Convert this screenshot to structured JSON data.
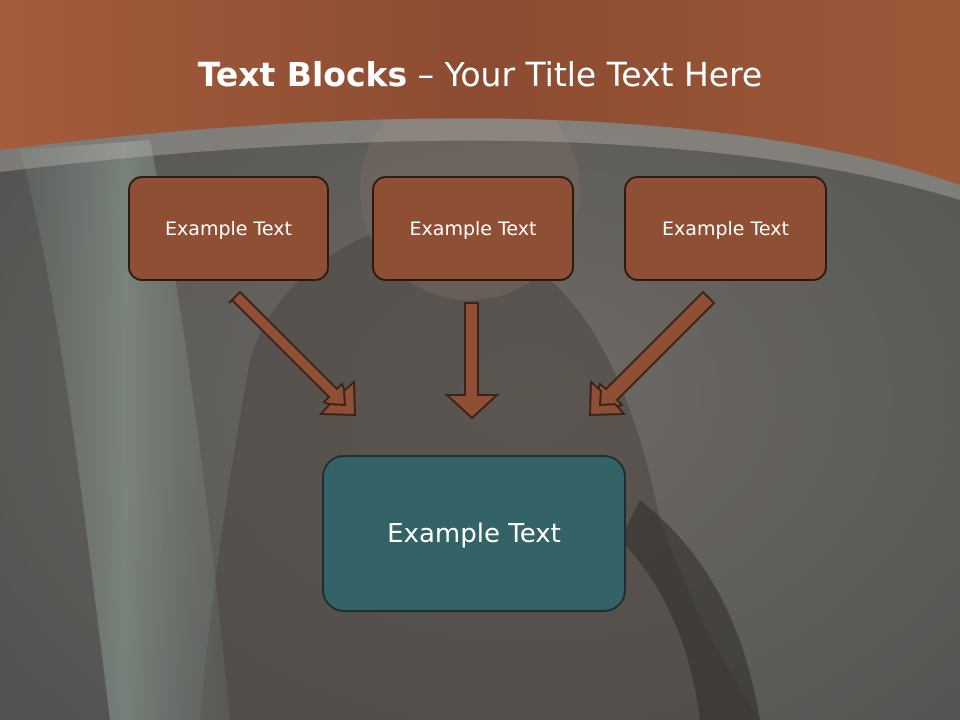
{
  "slide": {
    "title_bold": "Text Blocks",
    "title_separator": " – ",
    "title_rest": "Your Title Text Here",
    "top_boxes": [
      {
        "label": "Example Text"
      },
      {
        "label": "Example Text"
      },
      {
        "label": "Example Text"
      }
    ],
    "bottom_box": {
      "label": "Example Text"
    }
  },
  "colors": {
    "header_brown": "#9b5538",
    "box_brown": "#8f4f34",
    "box_teal": "#336367",
    "arrow_brown": "#8f4f34",
    "background_gray": "#5e5c59"
  }
}
